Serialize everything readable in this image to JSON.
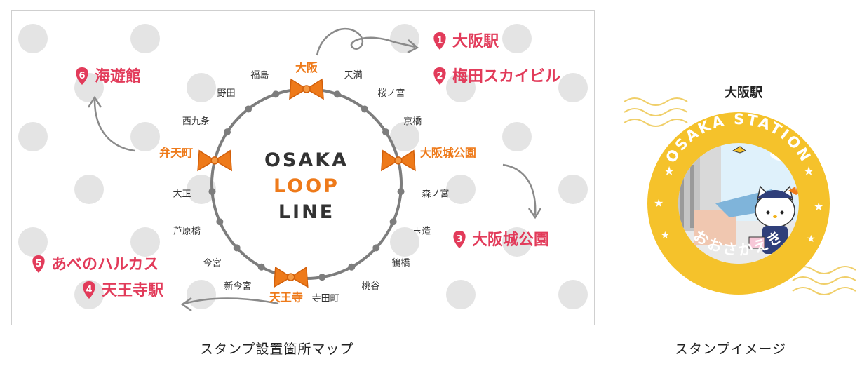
{
  "loop_logo": [
    "OSAKA",
    "LOOP",
    "LINE"
  ],
  "stations": [
    {
      "name": "大阪",
      "highlight": true
    },
    {
      "name": "天満",
      "highlight": false
    },
    {
      "name": "桜ノ宮",
      "highlight": false
    },
    {
      "name": "京橋",
      "highlight": false
    },
    {
      "name": "大阪城公園",
      "highlight": true
    },
    {
      "name": "森ノ宮",
      "highlight": false
    },
    {
      "name": "玉造",
      "highlight": false
    },
    {
      "name": "鶴橋",
      "highlight": false
    },
    {
      "name": "桃谷",
      "highlight": false
    },
    {
      "name": "寺田町",
      "highlight": false
    },
    {
      "name": "天王寺",
      "highlight": true
    },
    {
      "name": "新今宮",
      "highlight": false
    },
    {
      "name": "今宮",
      "highlight": false
    },
    {
      "name": "芦原橋",
      "highlight": false
    },
    {
      "name": "大正",
      "highlight": false
    },
    {
      "name": "弁天町",
      "highlight": true
    },
    {
      "name": "西九条",
      "highlight": false
    },
    {
      "name": "野田",
      "highlight": false
    },
    {
      "name": "福島",
      "highlight": false
    }
  ],
  "stamp_spots": [
    {
      "number": "1",
      "name": "大阪駅"
    },
    {
      "number": "2",
      "name": "梅田スカイビル"
    },
    {
      "number": "3",
      "name": "大阪城公園"
    },
    {
      "number": "4",
      "name": "天王寺駅"
    },
    {
      "number": "5",
      "name": "あべのハルカス"
    },
    {
      "number": "6",
      "name": "海遊館"
    }
  ],
  "stamp": {
    "title": "大阪駅",
    "ring_top_text": "OSAKA STATION",
    "ring_bottom_text": "おおさかえき"
  },
  "captions": {
    "map": "スタンプ設置箇所マップ",
    "stamp": "スタンプイメージ"
  },
  "colors": {
    "spot_red": "#e23b5a",
    "station_orange": "#ee7a1a",
    "line_gray": "#7d7d7d",
    "stamp_yellow": "#f5c22b",
    "dot_gray": "#e4e4e4"
  }
}
